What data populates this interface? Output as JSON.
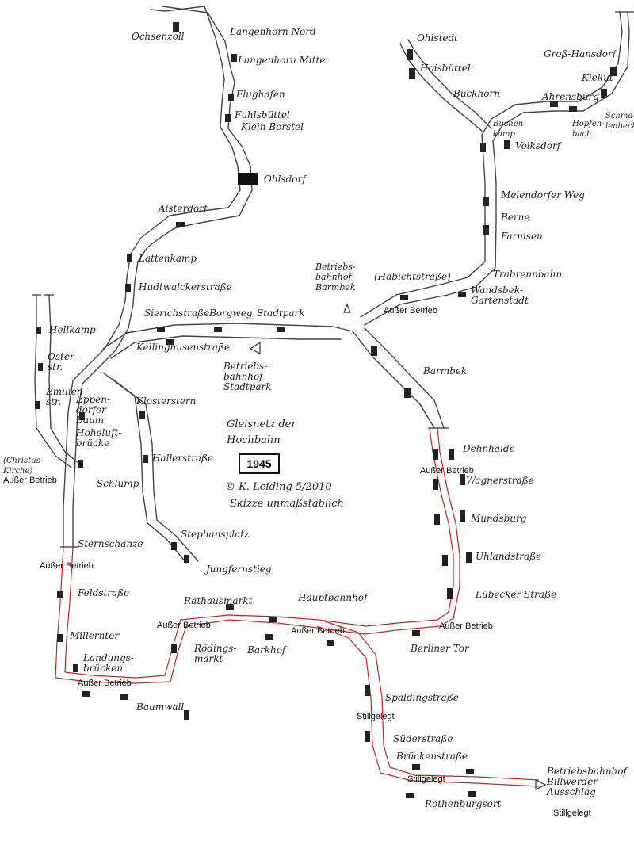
{
  "map": {
    "title_lines": [
      "Gleisnetz der",
      "Hochbahn"
    ],
    "year": "1945",
    "author": "© K. Leiding 5/2010",
    "scale_note": "Skizze unmaßstäblich",
    "colors": {
      "track": "#444444",
      "inactive_line": "#cc2222",
      "station": "#222222"
    },
    "stations": {
      "ochsenzoll": "Ochsenzoll",
      "langenhorn_nord": "Langenhorn Nord",
      "langenhorn_mitte": "Langenhorn Mitte",
      "flughafen": "Flughafen",
      "fuhlsbuettel": "Fuhlsbüttel",
      "klein_borstel": "Klein Borstel",
      "ohlsdorf": "Ohlsdorf",
      "alsterdorf": "Alsterdorf",
      "lattenkamp": "Lattenkamp",
      "hudtwalckerstrasse": "Hudtwalckerstraße",
      "sierichstrasse": "Sierichstraße",
      "borgweg": "Borgweg",
      "stadtpark": "Stadtpark",
      "kellinghusenstrasse": "Kellinghusenstraße",
      "bbf_stadtpark": "Betriebs-bahnhof Stadtpark",
      "hellkamp": "Hellkamp",
      "osterstrasse": "Oster-str.",
      "emilienstrasse": "Emilien-str.",
      "eppendorfer_baum": "Eppen-dorfer Baum",
      "hoheluftbruecke": "Hoheluft-brücke",
      "christuskirche": "(Christus-Kirche)",
      "schlump": "Schlump",
      "sternschanze": "Sternschanze",
      "klosterstern": "Klosterstern",
      "hallerstrasse": "Hallerstraße",
      "stephansplatz": "Stephansplatz",
      "jungfernstieg": "Jungfernstieg",
      "feldstrasse": "Feldstraße",
      "millerntor": "Millerntor",
      "landungsbruecken": "Landungs-brücken",
      "baumwall": "Baumwall",
      "roedingsmarkt": "Rödings-markt",
      "barkhof": "Barkhof",
      "rathausmarkt": "Rathausmarkt",
      "hauptbahnhof": "Hauptbahnhof",
      "berliner_tor": "Berliner Tor",
      "spaldingstrasse": "Spaldingstraße",
      "suederstrasse": "Süderstraße",
      "brueckenstrasse": "Brückenstraße",
      "rothenburgsort": "Rothenburgsort",
      "bbf_billwerder": "Betriebsbahnhof Billwerder-Ausschlag",
      "ohlstedt": "Ohlstedt",
      "hoisbuettel": "Hoisbüttel",
      "buchenkamp": "Buchen-kamp",
      "buckhorn": "Buckhorn",
      "volksdorf": "Volksdorf",
      "gross_hansdorf": "Groß-Hansdorf",
      "kiekut": "Kiekut",
      "ahrensburg": "Ahrensburg",
      "hopfenbach": "Hopfen-bach",
      "schmalenbeck": "Schma-lenbeck",
      "meiendorfer_weg": "Meiendorfer Weg",
      "berne": "Berne",
      "farmsen": "Farmsen",
      "trabrennbahn": "Trabrennbahn",
      "wandsbek_gartenstadt": "Wandsbek-Gartenstadt",
      "habichtstrasse": "(Habichtstraße)",
      "bbf_barmbek": "Betriebs-bahnhof Barmbek",
      "barmbek": "Barmbek",
      "dehnhaide": "Dehnhaide",
      "wagnerstrasse": "Wagnerstraße",
      "mundsburg": "Mundsburg",
      "uhlandstrasse": "Uhlandstraße",
      "luebecker_strasse": "Lübecker Straße"
    },
    "status": {
      "ausser_betrieb": "Außer Betrieb",
      "stillgelegt": "Stillgelegt"
    }
  }
}
